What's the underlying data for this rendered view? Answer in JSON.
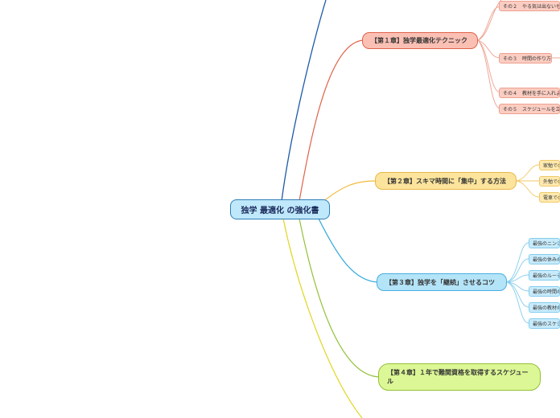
{
  "root": {
    "label": "独学 最適化 の強化書"
  },
  "chapters": [
    {
      "label": "【第１章】独学最適化テクニック",
      "color": "#e0634a",
      "items": [
        "その２　やる気は出ないも",
        "その３　時間の作り方",
        "その４　教材を手に入れよ",
        "その５　スケジュールを立"
      ]
    },
    {
      "label": "【第２章】スキマ時間に「集中」する方法",
      "color": "#f2bb3b",
      "items": [
        "家勉での",
        "外勉での",
        "電車での"
      ]
    },
    {
      "label": "【第３章】独学を「継続」させるコツ",
      "color": "#2ea6d8",
      "items": [
        "最強のニンジ",
        "最強の休みの",
        "最強のルーテ",
        "最強の時間の",
        "最強の教材の",
        "最強のスケジ"
      ]
    },
    {
      "label": "【第４章】１年で難関資格を取得するスケジュール",
      "color": "#93c13a",
      "items": []
    }
  ],
  "link_colors": {
    "top": "#1b5aa8",
    "bottom": "#e2d627"
  }
}
